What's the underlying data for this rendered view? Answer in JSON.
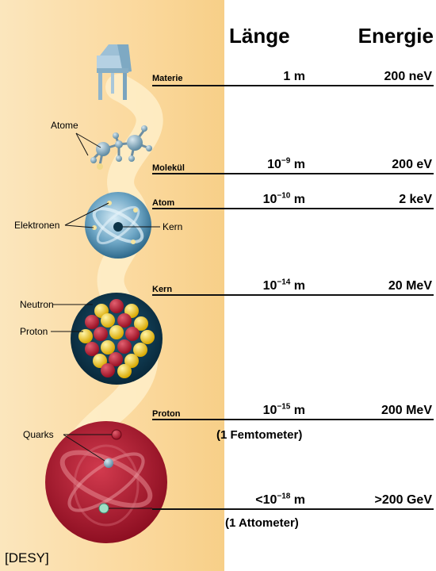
{
  "headers": {
    "length": "Länge",
    "energy": "Energie"
  },
  "rows": [
    {
      "label": "Materie",
      "length_base": "1 m",
      "length_exp": "",
      "length_unit": "",
      "energy": "200 neV"
    },
    {
      "label": "Molekül",
      "length_base": "10",
      "length_exp": "−9",
      "length_unit": " m",
      "energy": "200 eV"
    },
    {
      "label": "Atom",
      "length_base": "10",
      "length_exp": "−10",
      "length_unit": " m",
      "energy": "2 keV"
    },
    {
      "label": "Kern",
      "length_base": "10",
      "length_exp": "−14",
      "length_unit": " m",
      "energy": "20 MeV"
    },
    {
      "label": "Proton",
      "length_base": "10",
      "length_exp": "−15",
      "length_unit": " m",
      "energy": "200 MeV"
    },
    {
      "label": "",
      "length_base": "<10",
      "length_exp": "−18",
      "length_unit": " m",
      "energy": ">200 GeV"
    }
  ],
  "subnotes": {
    "femto": "(1 Femtometer)",
    "atto": "(1 Attometer)"
  },
  "callouts": {
    "atome": "Atome",
    "elektronen": "Elektronen",
    "kern": "Kern",
    "neutron": "Neutron",
    "proton": "Proton",
    "quarks": "Quarks"
  },
  "source": "[DESY]",
  "colors": {
    "panel": "#fbd99e",
    "proton": "#b5162f",
    "quark_yellow": "#e8c400"
  }
}
